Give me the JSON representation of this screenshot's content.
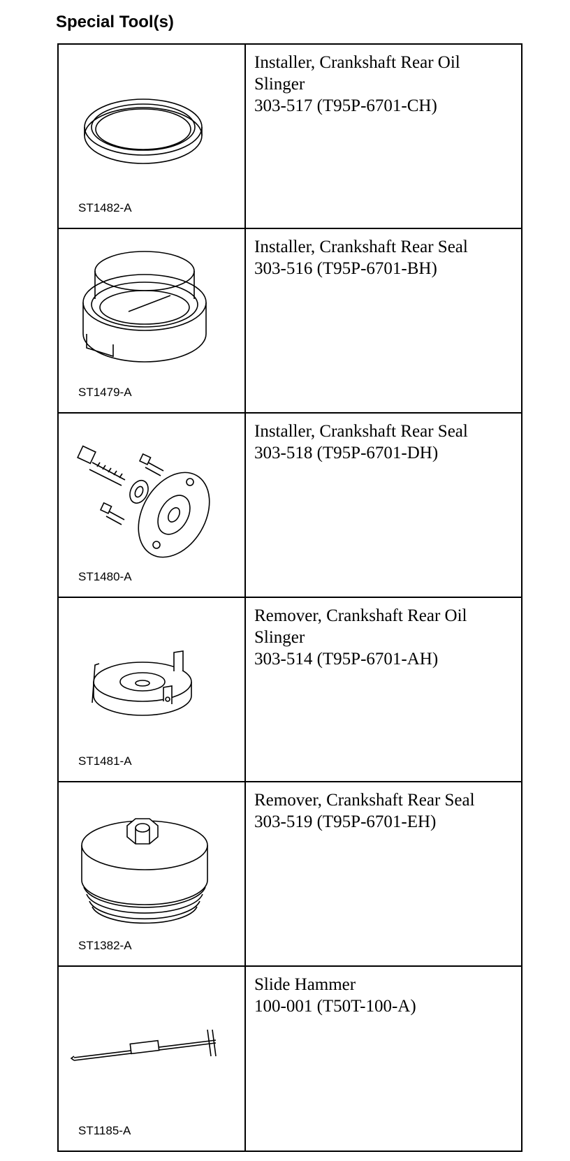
{
  "heading": "Special Tool(s)",
  "tools": [
    {
      "code": "ST1482-A",
      "lines": [
        "Installer, Crankshaft Rear Oil",
        "Slinger",
        "303-517 (T95P-6701-CH)"
      ],
      "icon": "oil-slinger-installer-ring-icon"
    },
    {
      "code": "ST1479-A",
      "lines": [
        "Installer, Crankshaft Rear Seal",
        "303-516 (T95P-6701-BH)"
      ],
      "icon": "rear-seal-installer-icon"
    },
    {
      "code": "ST1480-A",
      "lines": [
        "Installer, Crankshaft Rear Seal",
        "303-518 (T95P-6701-DH)"
      ],
      "icon": "rear-seal-installer-kit-icon"
    },
    {
      "code": "ST1481-A",
      "lines": [
        "Remover, Crankshaft Rear Oil",
        "Slinger",
        "303-514 (T95P-6701-AH)"
      ],
      "icon": "oil-slinger-remover-icon"
    },
    {
      "code": "ST1382-A",
      "lines": [
        "Remover, Crankshaft Rear Seal",
        "303-519 (T95P-6701-EH)"
      ],
      "icon": "rear-seal-remover-icon"
    },
    {
      "code": "ST1185-A",
      "lines": [
        "Slide Hammer",
        "100-001 (T50T-100-A)"
      ],
      "icon": "slide-hammer-icon"
    }
  ]
}
